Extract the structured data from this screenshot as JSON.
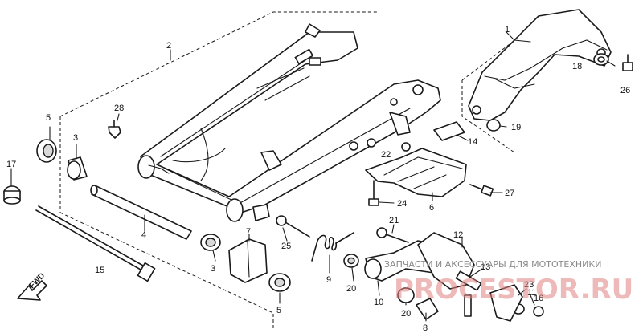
{
  "callouts": [
    {
      "id": "1",
      "text": "1"
    },
    {
      "id": "2",
      "text": "2"
    },
    {
      "id": "3a",
      "text": "3"
    },
    {
      "id": "3b",
      "text": "3"
    },
    {
      "id": "4",
      "text": "4"
    },
    {
      "id": "5a",
      "text": "5"
    },
    {
      "id": "5b",
      "text": "5"
    },
    {
      "id": "6",
      "text": "6"
    },
    {
      "id": "7",
      "text": "7"
    },
    {
      "id": "8",
      "text": "8"
    },
    {
      "id": "9",
      "text": "9"
    },
    {
      "id": "10",
      "text": "10"
    },
    {
      "id": "11",
      "text": "11"
    },
    {
      "id": "12",
      "text": "12"
    },
    {
      "id": "13",
      "text": "13"
    },
    {
      "id": "14",
      "text": "14"
    },
    {
      "id": "15",
      "text": "15"
    },
    {
      "id": "16",
      "text": "16"
    },
    {
      "id": "17",
      "text": "17"
    },
    {
      "id": "18",
      "text": "18"
    },
    {
      "id": "19",
      "text": "19"
    },
    {
      "id": "20a",
      "text": "20"
    },
    {
      "id": "20b",
      "text": "20"
    },
    {
      "id": "21",
      "text": "21"
    },
    {
      "id": "22",
      "text": "22"
    },
    {
      "id": "23",
      "text": "23"
    },
    {
      "id": "24",
      "text": "24"
    },
    {
      "id": "25",
      "text": "25"
    },
    {
      "id": "26",
      "text": "26"
    },
    {
      "id": "27",
      "text": "27"
    },
    {
      "id": "28",
      "text": "28"
    }
  ],
  "direction_label": "FWD",
  "watermark": {
    "caption": "ЗАПЧАСТИ И АКСЕССУАРЫ ДЛЯ МОТОТЕХНИКИ",
    "logo": "PROCESTOR.RU"
  }
}
